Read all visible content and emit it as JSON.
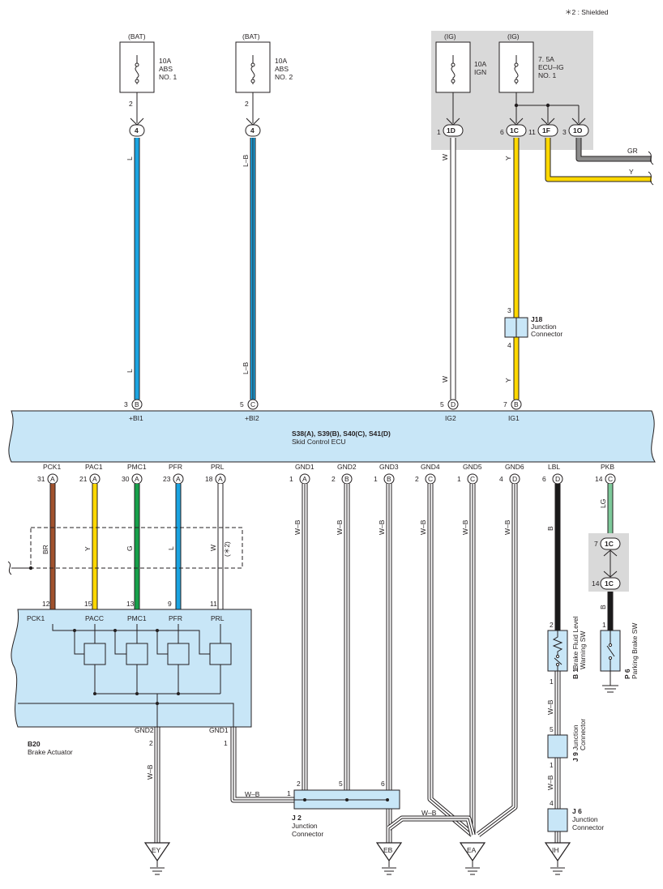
{
  "note": "＊2 : Shielded",
  "colors": {
    "L": "#1aa3e0",
    "Y": "#ffd800",
    "G": "#16a04a",
    "BR": "#a0522d",
    "W": "#ffffff",
    "GR": "#8c8c8c",
    "LG": "#7dc99a",
    "B": "#1a1a1a",
    "box_fill": "#c8e6f7",
    "shade": "#d9d9d9"
  },
  "fuses": [
    {
      "supply": "(BAT)",
      "name": [
        "10A",
        "ABS",
        "NO. 1"
      ],
      "pin": "2",
      "conn": "4"
    },
    {
      "supply": "(BAT)",
      "name": [
        "10A",
        "ABS",
        "NO. 2"
      ],
      "pin": "2",
      "conn": "4"
    },
    {
      "supply": "(IG)",
      "name": [
        "10A",
        "IGN"
      ],
      "pin": "1",
      "conn": "1D"
    },
    {
      "supply": "(IG)",
      "name": [
        "7. 5A",
        "ECU–IG",
        "NO. 1"
      ],
      "pin": "6",
      "conn": "1C"
    }
  ],
  "ecu_branches": [
    {
      "pin": "11",
      "conn": "1F",
      "color": "Y"
    },
    {
      "pin": "3",
      "conn": "1O",
      "color": "GR"
    }
  ],
  "top_wire_labels": {
    "w1": "L",
    "w2": "L–B",
    "w3": "W",
    "w4": "Y"
  },
  "j18": {
    "id": "J18",
    "name": [
      "Junction",
      "Connector"
    ],
    "pin_top": "3",
    "pin_bottom": "4"
  },
  "ecu": {
    "title": "S38(A), S39(B), S40(C), S41(D)",
    "subtitle": "Skid Control ECU",
    "top_pins": [
      {
        "num": "3",
        "conn": "B",
        "label": "+BI1"
      },
      {
        "num": "5",
        "conn": "C",
        "label": "+BI2"
      },
      {
        "num": "5",
        "conn": "D",
        "label": "IG2"
      },
      {
        "num": "7",
        "conn": "B",
        "label": "IG1"
      }
    ],
    "bottom_pins": [
      {
        "label": "PCK1",
        "num": "31",
        "conn": "A",
        "wire": "BR"
      },
      {
        "label": "PAC1",
        "num": "21",
        "conn": "A",
        "wire": "Y"
      },
      {
        "label": "PMC1",
        "num": "30",
        "conn": "A",
        "wire": "G"
      },
      {
        "label": "PFR",
        "num": "23",
        "conn": "A",
        "wire": "L"
      },
      {
        "label": "PRL",
        "num": "18",
        "conn": "A",
        "wire": "W"
      },
      {
        "label": "GND1",
        "num": "1",
        "conn": "A",
        "wire": "W–B"
      },
      {
        "label": "GND2",
        "num": "2",
        "conn": "B",
        "wire": "W–B"
      },
      {
        "label": "GND3",
        "num": "1",
        "conn": "B",
        "wire": "W–B"
      },
      {
        "label": "GND4",
        "num": "2",
        "conn": "C",
        "wire": "W–B"
      },
      {
        "label": "GND5",
        "num": "1",
        "conn": "C",
        "wire": "W–B"
      },
      {
        "label": "GND6",
        "num": "4",
        "conn": "D",
        "wire": "W–B"
      },
      {
        "label": "LBL",
        "num": "6",
        "conn": "D",
        "wire": "B"
      },
      {
        "label": "PKB",
        "num": "14",
        "conn": "C",
        "wire": "LG"
      }
    ]
  },
  "shield_label": "(＊2)",
  "actuator": {
    "id": "B20",
    "name": "Brake Actuator",
    "pins": [
      {
        "num": "12",
        "label": "PCK1"
      },
      {
        "num": "15",
        "label": "PACC"
      },
      {
        "num": "13",
        "label": "PMC1"
      },
      {
        "num": "9",
        "label": "PFR"
      },
      {
        "num": "11",
        "label": "PRL"
      }
    ],
    "gnd_pins": [
      {
        "num": "2",
        "label": "GND2"
      },
      {
        "num": "1",
        "label": "GND1"
      }
    ]
  },
  "j2": {
    "id": "J 2",
    "name": [
      "Junction",
      "Connector"
    ],
    "pins": [
      "1",
      "2",
      "5",
      "6"
    ]
  },
  "mid_conn": {
    "top": "1C",
    "top_pin": "7",
    "bottom": "1C",
    "bottom_pin": "14"
  },
  "b1": {
    "id": "B 1",
    "name": [
      "Brake Fluid Level",
      "Warning SW"
    ],
    "pin_top": "2",
    "pin_bottom": "1"
  },
  "p6": {
    "id": "P 6",
    "name": "Parking Brake SW",
    "pin": "1"
  },
  "j9": {
    "id": "J 9",
    "name": [
      "Junction",
      "Connector"
    ],
    "pin_top": "5",
    "pin_bottom": "1"
  },
  "j6": {
    "id": "J 6",
    "name": [
      "Junction",
      "Connector"
    ],
    "pin_top": "4"
  },
  "grounds": [
    "EY",
    "EB",
    "EA",
    "IH"
  ],
  "misc_labels": {
    "wb": "W–B",
    "b": "B",
    "lg": "LG",
    "gr": "GR",
    "y": "Y"
  }
}
